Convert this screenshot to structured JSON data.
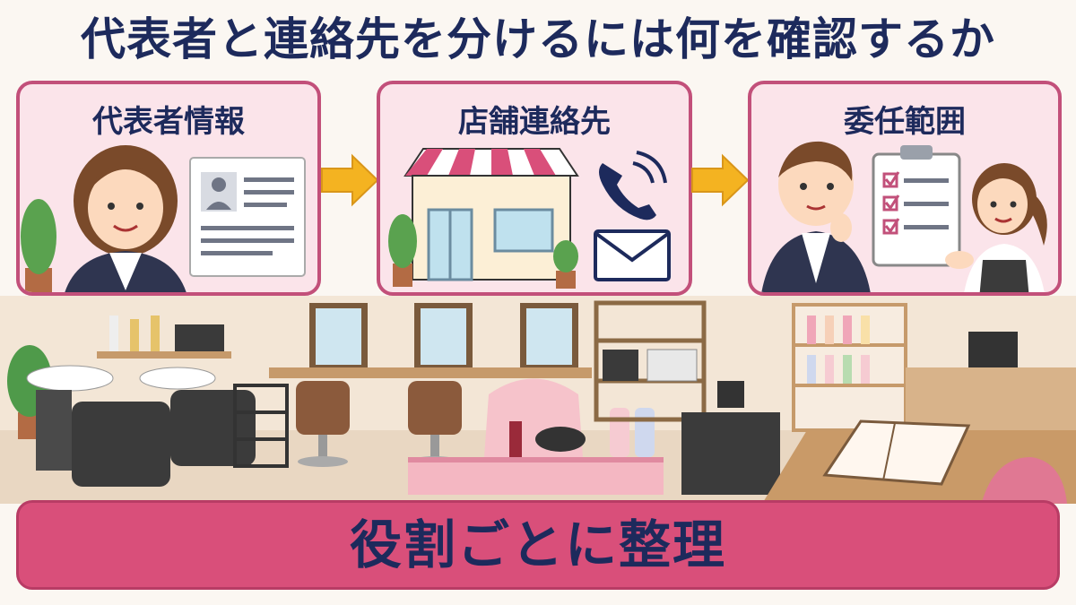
{
  "title": "代表者と連絡先を分けるには何を確認するか",
  "steps": [
    {
      "label": "代表者情報",
      "icon": "representative-profile-icon"
    },
    {
      "label": "店舗連絡先",
      "icon": "shop-contact-icon"
    },
    {
      "label": "委任範囲",
      "icon": "delegation-checklist-icon"
    }
  ],
  "arrows": [
    "arrow-right-icon",
    "arrow-right-icon"
  ],
  "banner": "役割ごとに整理",
  "colors": {
    "title": "#1d2a5c",
    "card_fill": "#fbe4ea",
    "card_border": "#c2507a",
    "arrow": "#f4b321",
    "banner": "#d94f7a"
  }
}
